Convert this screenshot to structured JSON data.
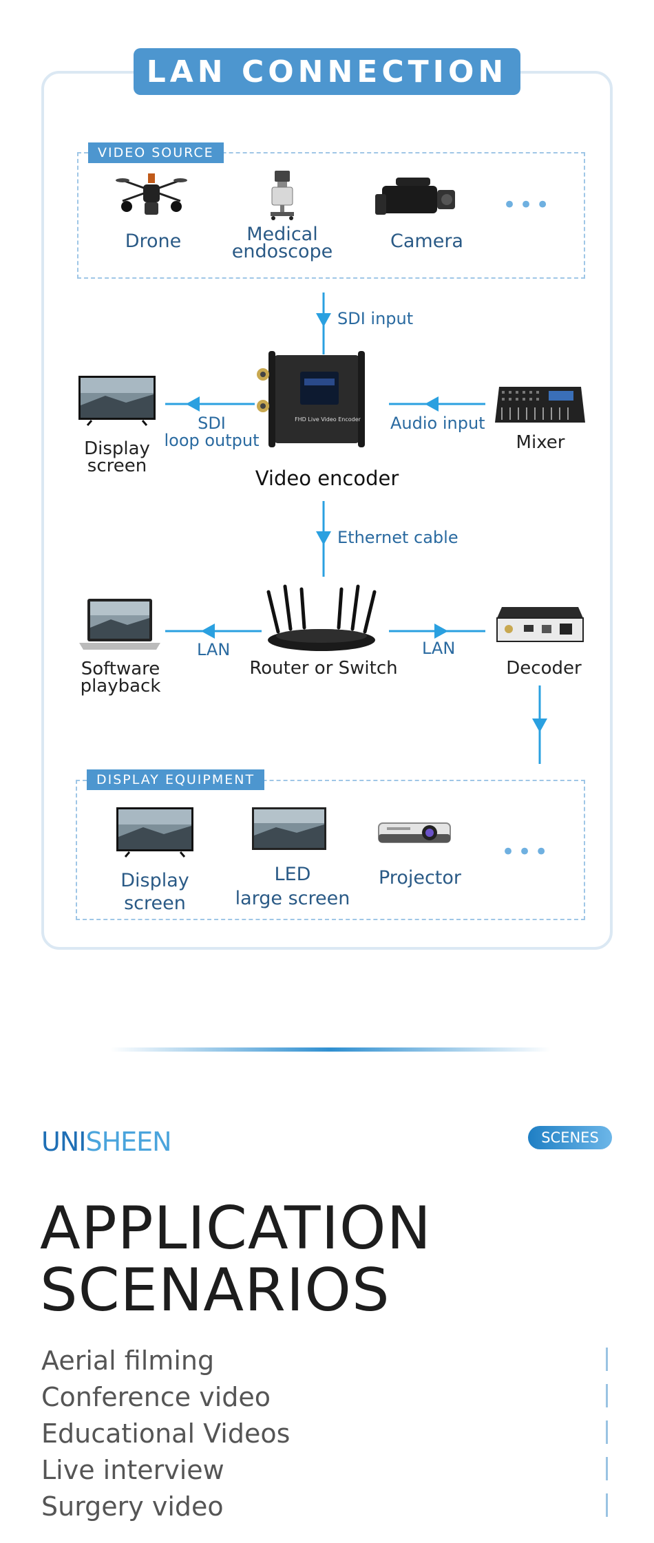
{
  "diagram": {
    "title": "LAN CONNECTION",
    "video_source": {
      "tag": "VIDEO SOURCE",
      "items": [
        "Drone",
        "Medical\nendoscope",
        "Camera"
      ],
      "more": "•••"
    },
    "edges": {
      "sdi_input": "SDI input",
      "sdi_loop": "SDI\nloop output",
      "audio_input": "Audio input",
      "ethernet": "Ethernet cable",
      "lan_left": "LAN",
      "lan_right": "LAN"
    },
    "nodes": {
      "display_screen": "Display\nscreen",
      "encoder": "Video encoder",
      "encoder_caption": "FHD Live Video Encoder",
      "mixer": "Mixer",
      "software": "Software\nplayback",
      "router": "Router or Switch",
      "decoder": "Decoder"
    },
    "display_equipment": {
      "tag": "DISPLAY EQUIPMENT",
      "items": [
        "Display\nscreen",
        "LED\nlarge screen",
        "Projector"
      ],
      "more": "•••"
    }
  },
  "brand": {
    "logo_part1": "UNI",
    "logo_part2": "SHEEN",
    "badge": "SCENES"
  },
  "scenarios": {
    "title_line1": "APPLICATION",
    "title_line2": "SCENARIOS",
    "items": [
      "Aerial filming",
      "Conference video",
      "Educational Videos",
      "Live interview",
      "Surgery video"
    ]
  },
  "colors": {
    "accent": "#4d96cf",
    "arrow": "#2aa0e0",
    "frame": "#dbe8f3"
  }
}
